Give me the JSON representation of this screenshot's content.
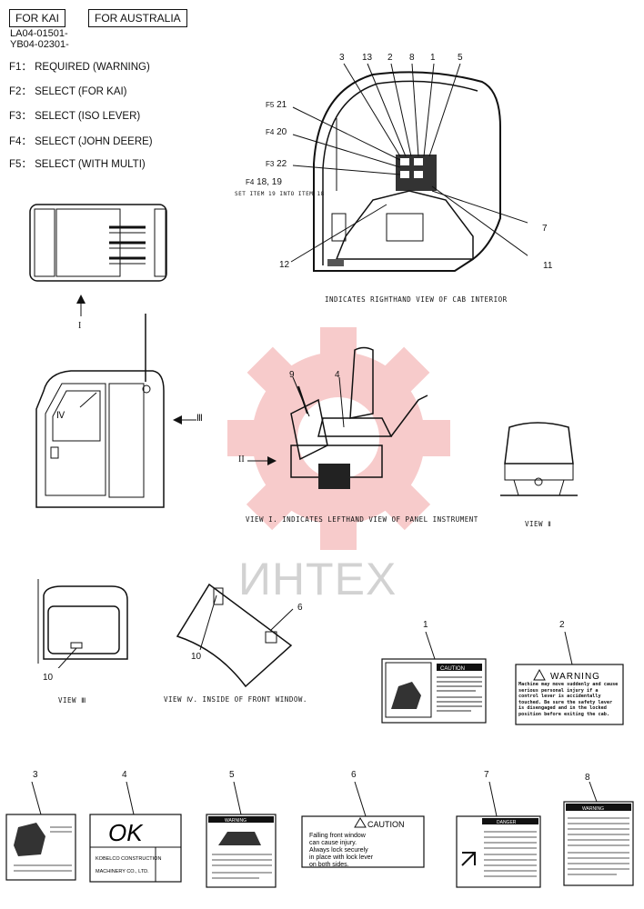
{
  "header": {
    "tag_kai": "FOR KAI",
    "tag_australia": "FOR AUSTRALIA",
    "serial_1": "LA04-01501-",
    "serial_2": "YB04-02301-"
  },
  "legend": [
    {
      "key": "F1：",
      "text": "REQUIRED (WARNING)"
    },
    {
      "key": "F2：",
      "text": "SELECT (FOR KAI)"
    },
    {
      "key": "F3：",
      "text": "SELECT (ISO LEVER)"
    },
    {
      "key": "F4：",
      "text": "SELECT (JOHN DEERE)"
    },
    {
      "key": "F5：",
      "text": "SELECT (WITH MULTI)"
    }
  ],
  "cab_view": {
    "caption": "INDICATES RIGHTHAND VIEW OF CAB INTERIOR",
    "callouts_top": [
      "3",
      "13",
      "2",
      "8",
      "1",
      "5"
    ],
    "f5": "F5",
    "f5_item": "21",
    "f4": "F4",
    "f4_item": "20",
    "f3": "F3",
    "f3_item": "22",
    "f4b": "F4",
    "f4b_items": "18, 19",
    "set_note": "SET ITEM 19 INTO ITEM 18",
    "callout_7": "7",
    "callout_11": "11",
    "callout_12": "12"
  },
  "view1": {
    "caption": "VIEW I.  INDICATES LEFTHAND VIEW OF PANEL INSTRUMENT",
    "callout_9": "9",
    "callout_4": "4",
    "arrow_label": "II"
  },
  "view2": {
    "caption": "VIEW Ⅱ"
  },
  "view3": {
    "caption": "VIEW Ⅲ",
    "callout": "10"
  },
  "view4": {
    "caption": "VIEW Ⅳ.  INSIDE OF FRONT WINDOW.",
    "callout_10": "10",
    "callout_6": "6"
  },
  "cab_left": {
    "arrow_up": "I",
    "arrow_left": "Ⅲ",
    "window_label": "Ⅳ"
  },
  "decals": {
    "d1": {
      "num": "1",
      "title": "CAUTION"
    },
    "d2": {
      "num": "2",
      "title": "WARNING",
      "body": "Machine may move suddenly and cause serious personal injury if a control lever is accidentally touched. Be sure the safety lever is disengaged and in the locked position before exiting the cab."
    },
    "d3": {
      "num": "3"
    },
    "d4": {
      "num": "4",
      "logo": "OK",
      "line1": "KOBELCO CONSTRUCTION",
      "line2": "MACHINERY CO., LTD."
    },
    "d5": {
      "num": "5",
      "title": "WARNING"
    },
    "d6": {
      "num": "6",
      "title": "CAUTION",
      "line1": "Falling front window",
      "line2": "can cause injury.",
      "line3": "Always lock securely",
      "line4": "in place with lock lever",
      "line5": "on both sides."
    },
    "d7": {
      "num": "7",
      "title": "DANGER"
    },
    "d8": {
      "num": "8",
      "title": "WARNING"
    }
  },
  "watermark": "ИНТЕХ",
  "colors": {
    "watermark_gear": "#f4b3b3",
    "ink": "#111111"
  }
}
